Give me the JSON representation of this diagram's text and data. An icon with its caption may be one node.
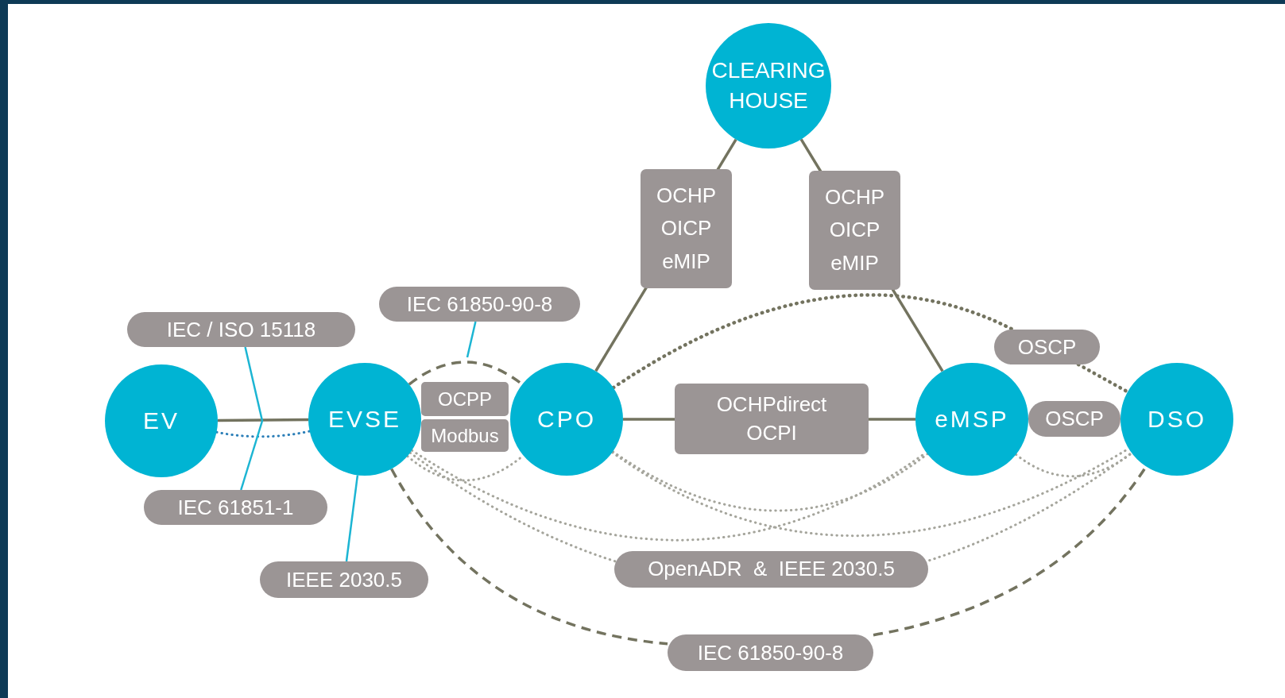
{
  "diagram": {
    "nodes": [
      {
        "text": [
          "CLEARING HOUSE"
        ]
      },
      {
        "text": [
          "EV"
        ]
      },
      {
        "text": [
          "EVSE"
        ]
      },
      {
        "text": [
          "CPO"
        ]
      },
      {
        "text": [
          "eMSP"
        ]
      },
      {
        "text": [
          "DSO"
        ]
      },
      {
        "text": [
          "OCPP"
        ]
      },
      {
        "text": [
          "Modbus"
        ]
      },
      {
        "text": [
          "IEC 61850-90-8"
        ]
      },
      {
        "text": [
          "IEC / ISO 15118"
        ]
      },
      {
        "text": [
          "IEC 61851-1"
        ]
      },
      {
        "text": [
          "IEEE 2030.5"
        ]
      },
      {
        "text": [
          "OSCP"
        ]
      },
      {
        "text": [
          "IEC 61850-90-8"
        ]
      },
      {
        "text": [
          "OSCP"
        ]
      }
    ],
    "edges": [
      {
        "from": 0,
        "to": 3,
        "arrow": "none",
        "label": "OCHP OICP eMIP"
      },
      {
        "from": 0,
        "to": 4,
        "arrow": "none",
        "label": "OCHP OICP eMIP"
      },
      {
        "from": 1,
        "to": 2,
        "arrow": "none"
      },
      {
        "from": 3,
        "to": 4,
        "arrow": "none",
        "label": "OCHPdirect OCPI"
      },
      {
        "from": 13,
        "to": 5,
        "arrow": "none",
        "style": "dashed"
      },
      {
        "from": 3,
        "to": 14,
        "arrow": "none",
        "style": "dashed"
      },
      {
        "from": 1,
        "to": 2,
        "arrow": "none",
        "style": "dashed",
        "color": "#2c7fb8"
      },
      {
        "from": 2,
        "to": 3,
        "arrow": "none",
        "style": "dashed"
      },
      {
        "from": 2,
        "to": 3,
        "arrow": "none",
        "style": "dashed",
        "color": "#a5a59c"
      },
      {
        "from": 2,
        "to": 4,
        "arrow": "none",
        "style": "dashed",
        "color": "#a5a59c"
      },
      {
        "from": 2,
        "to": 5,
        "arrow": "none",
        "label": "OpenADR  &  IEEE 2030.5",
        "style": "dashed",
        "color": "#a5a59c"
      },
      {
        "from": 3,
        "to": 4,
        "arrow": "none",
        "style": "dashed",
        "color": "#a5a59c"
      },
      {
        "from": 3,
        "to": 5,
        "arrow": "none",
        "style": "dashed",
        "color": "#a5a59c"
      },
      {
        "from": 4,
        "to": 5,
        "arrow": "none",
        "style": "dashed",
        "color": "#a5a59c"
      },
      {
        "from": 2,
        "to": 13,
        "arrow": "none",
        "style": "dashed"
      },
      {
        "from": 9,
        "to": null,
        "arrow": "none",
        "color": "#1cb5d3"
      },
      {
        "from": 10,
        "to": null,
        "arrow": "none",
        "color": "#1cb5d3"
      },
      {
        "from": 8,
        "to": null,
        "arrow": "none",
        "color": "#1cb5d3"
      },
      {
        "from": 11,
        "to": 2,
        "arrow": "none",
        "color": "#1cb5d3"
      },
      {
        "from": 14,
        "to": 5,
        "arrow": "none",
        "style": "dashed"
      }
    ]
  }
}
